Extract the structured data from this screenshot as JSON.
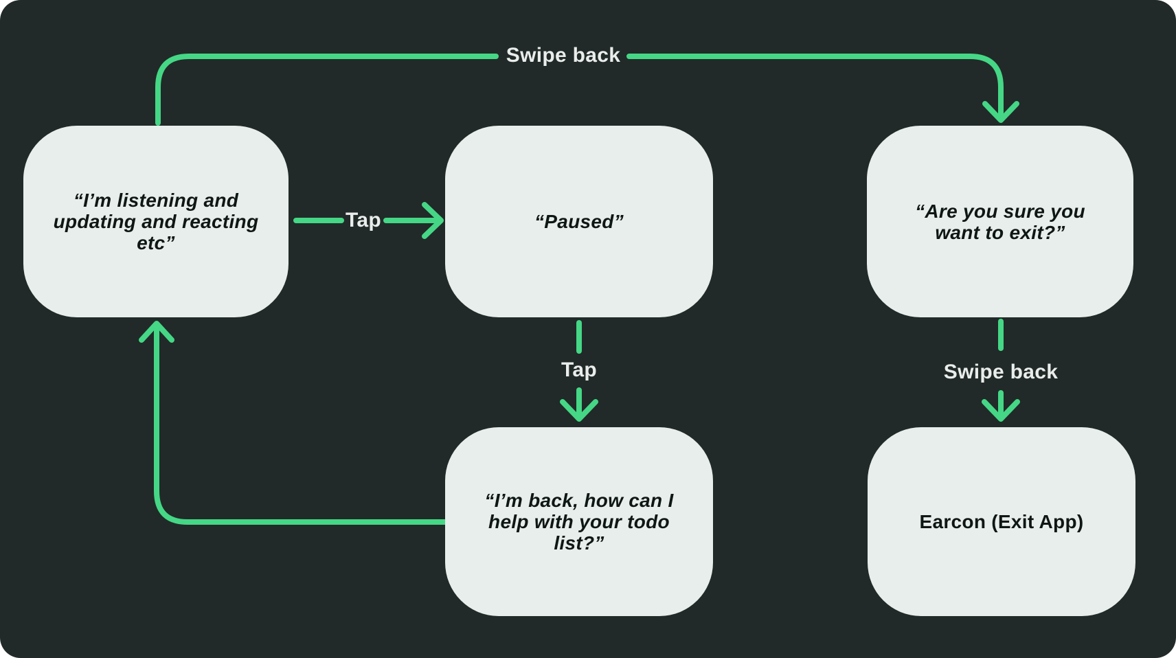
{
  "theme": {
    "card_bg": "#212A28",
    "node_fill": "#E8EEEB",
    "arrow_color": "#45D786",
    "node_text_color": "#0F1715",
    "label_text_color": "#E9EDEB"
  },
  "nodes": {
    "listening": {
      "text": "“I’m listening and\nupdating and reacting\netc”"
    },
    "paused": {
      "text": "“Paused”"
    },
    "exit_confirm": {
      "text": "“Are you sure you\nwant to exit?”"
    },
    "back": {
      "text": "“I’m back, how can I\nhelp with your todo\nlist?”"
    },
    "earcon": {
      "text": "Earcon (Exit App)"
    }
  },
  "labels": {
    "swipe_back_top": "Swipe back",
    "tap_right": "Tap",
    "tap_down": "Tap",
    "swipe_back_down": "Swipe back"
  }
}
